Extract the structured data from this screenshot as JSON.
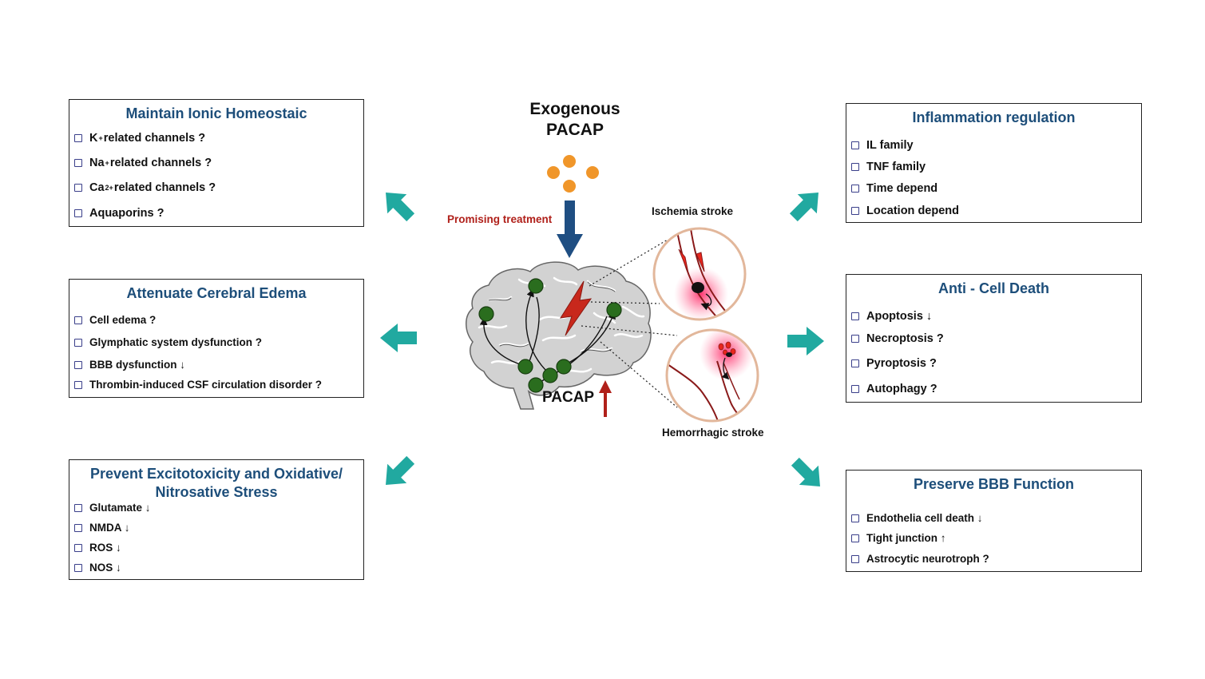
{
  "center": {
    "exogenous_line1": "Exogenous",
    "exogenous_line2": "PACAP",
    "promising": "Promising treatment",
    "pacap": "PACAP",
    "ischemia": "Ischemia stroke",
    "hemorrhagic": "Hemorrhagic stroke"
  },
  "boxes": {
    "ionic": {
      "title": "Maintain Ionic Homeostaic",
      "items": [
        {
          "pre": "K",
          "sup": "+",
          "post": " related channels ?"
        },
        {
          "pre": "Na",
          "sup": "+",
          "post": " related channels ?"
        },
        {
          "pre": "Ca",
          "sup": "2+",
          "post": " related channels ?"
        },
        {
          "pre": "Aquaporins ?",
          "sup": "",
          "post": ""
        }
      ]
    },
    "edema": {
      "title": "Attenuate Cerebral Edema",
      "items": [
        "Cell edema ?",
        "Glymphatic system dysfunction ?",
        "BBB dysfunction ↓",
        "Thrombin-induced CSF circulation disorder ?"
      ]
    },
    "excito": {
      "title_line1": "Prevent Excitotoxicity and Oxidative/",
      "title_line2": "Nitrosative Stress",
      "items": [
        "Glutamate ↓",
        "NMDA ↓",
        "ROS ↓",
        "NOS ↓"
      ]
    },
    "inflammation": {
      "title": "Inflammation regulation",
      "items": [
        "IL family",
        "TNF family",
        "Time depend",
        "Location depend"
      ]
    },
    "celldeath": {
      "title": "Anti - Cell Death",
      "items": [
        "Apoptosis ↓",
        "Necroptosis ?",
        "Pyroptosis ?",
        "Autophagy ?"
      ]
    },
    "bbb": {
      "title": "Preserve BBB Function",
      "items": [
        "Endothelia cell death ↓",
        "Tight junction ↑",
        "Astrocytic neurotroph ?"
      ]
    }
  },
  "colors": {
    "title_blue": "#1d4e7a",
    "teal_arrow": "#21a9a0",
    "down_arrow": "#1f4e82",
    "red": "#b0201a",
    "dot_orange": "#f0962a",
    "node_green": "#2a6d1e",
    "brain_gray": "#d2d2d2"
  }
}
